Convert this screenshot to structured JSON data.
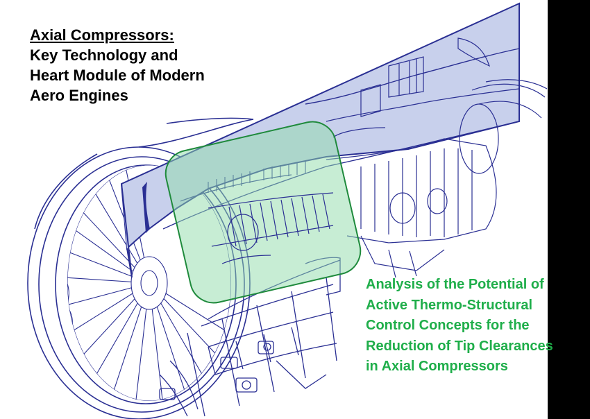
{
  "title": {
    "line1": "Axial Compressors:",
    "line2": "Key Technology and",
    "line3": "Heart Module of Modern",
    "line4": "Aero Engines"
  },
  "caption": {
    "line1": "Analysis of the Potential of",
    "line2": "Active Thermo-Structural",
    "line3": "Control Concepts for the",
    "line4": "Reduction of Tip Clearances",
    "line5": "in Axial Compressors"
  },
  "colors": {
    "line_art": "#2a2f93",
    "section_fill": "#c8d0ec",
    "highlight_fill": "#8fdcaa",
    "highlight_stroke": "#1f8a3c",
    "caption_text": "#1fae4a",
    "title_text": "#000000",
    "right_bar": "#000000"
  },
  "icons": {
    "illustration": "turbofan-engine-cutaway-icon"
  }
}
